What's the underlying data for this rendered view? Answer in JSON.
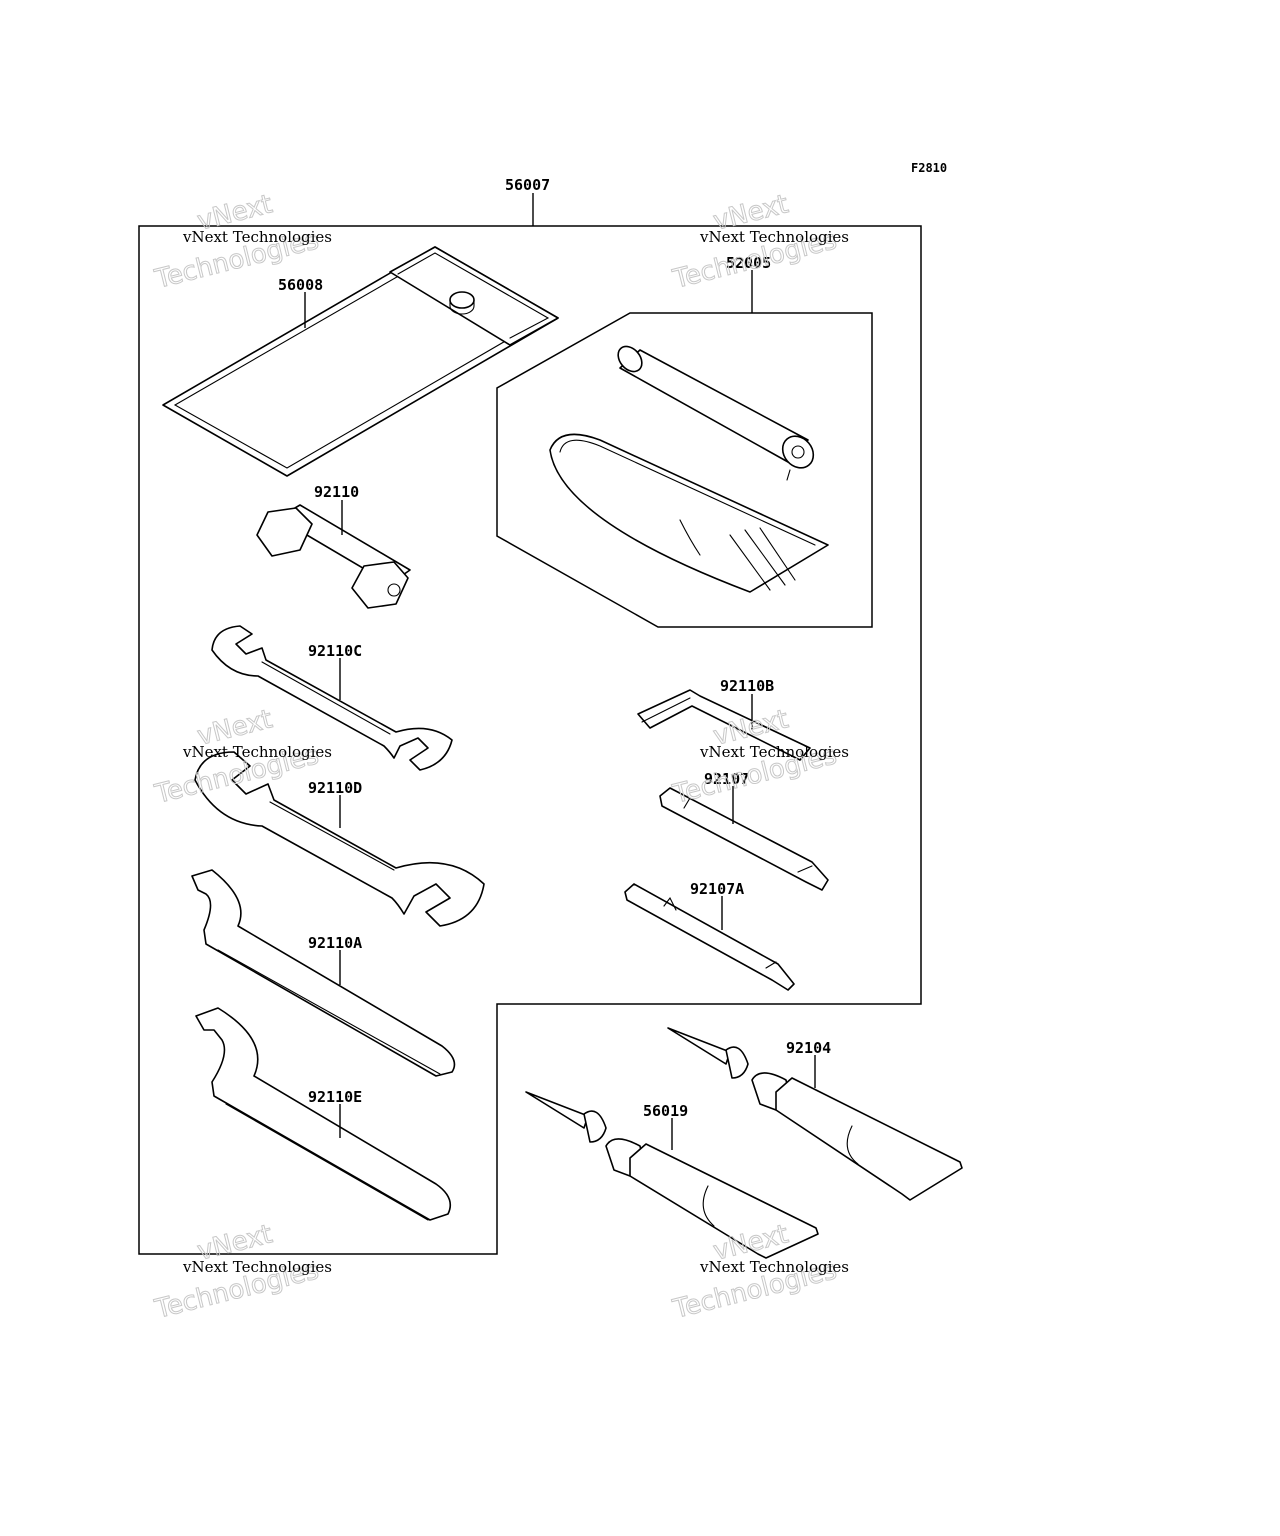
{
  "ref_code": "F2810",
  "parts": {
    "kit": "56007",
    "pouch": "56008",
    "repair_kit": "52005",
    "plug_wrench": "92110",
    "wrench_c": "92110C",
    "wrench_d": "92110D",
    "wrench_a": "92110A",
    "wrench_e": "92110E",
    "hex_key": "92110B",
    "screwdriver": "92107",
    "screwdriver_a": "92107A",
    "tube_1": "92104",
    "tube_2": "56019"
  },
  "watermark": {
    "line1": "vNext Technologies",
    "line2": "vNext",
    "line3": "Technologies"
  }
}
